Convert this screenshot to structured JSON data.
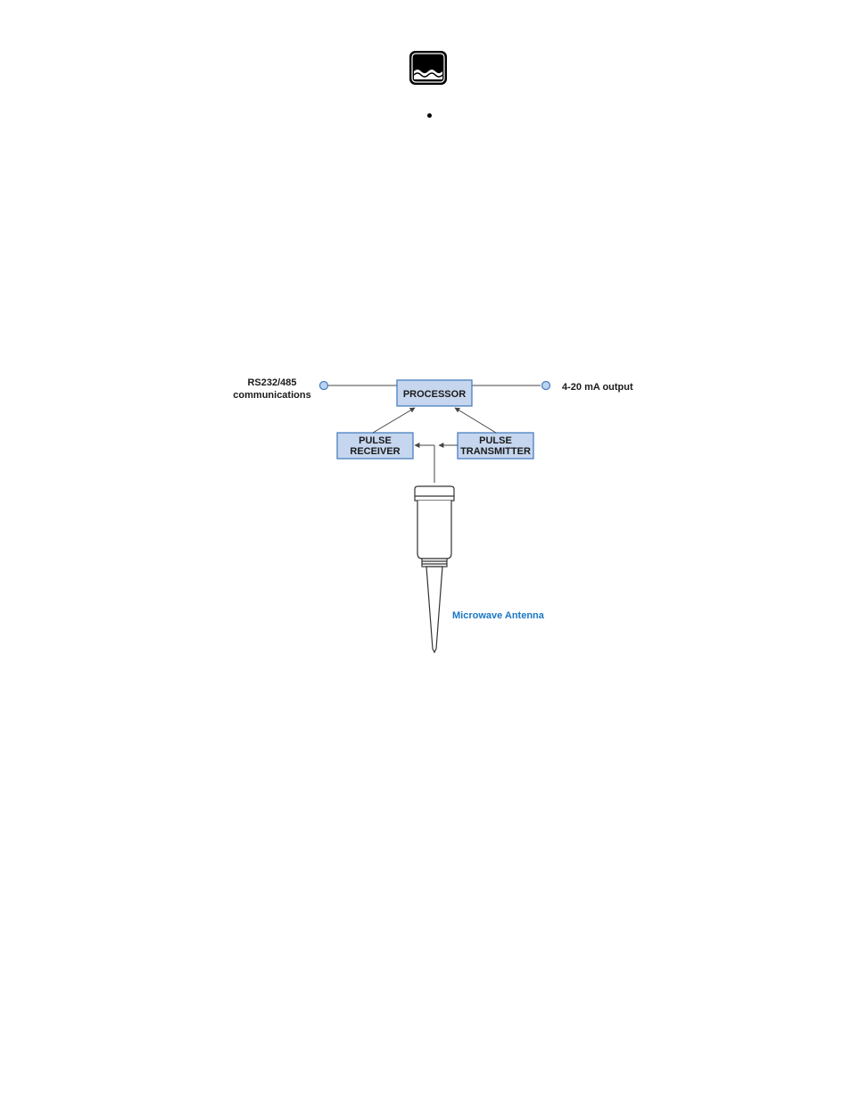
{
  "header": {
    "logo_icon": "water-level-logo-icon",
    "bullet_icon": "bullet-dot-icon"
  },
  "diagram": {
    "left_port_label_line1": "RS232/485",
    "left_port_label_line2": "communications",
    "right_port_label": "4-20 mA output",
    "processor_label": "PROCESSOR",
    "receiver_label_line1": "PULSE",
    "receiver_label_line2": "RECEIVER",
    "transmitter_label_line1": "PULSE",
    "transmitter_label_line2": "TRANSMITTER",
    "antenna_label": "Microwave Antenna",
    "colors": {
      "box_fill": "#c5d6ee",
      "box_stroke": "#4a7fc0",
      "port_fill": "#bcd3f0",
      "antenna_label": "#1a77c4",
      "line": "#444444"
    }
  }
}
